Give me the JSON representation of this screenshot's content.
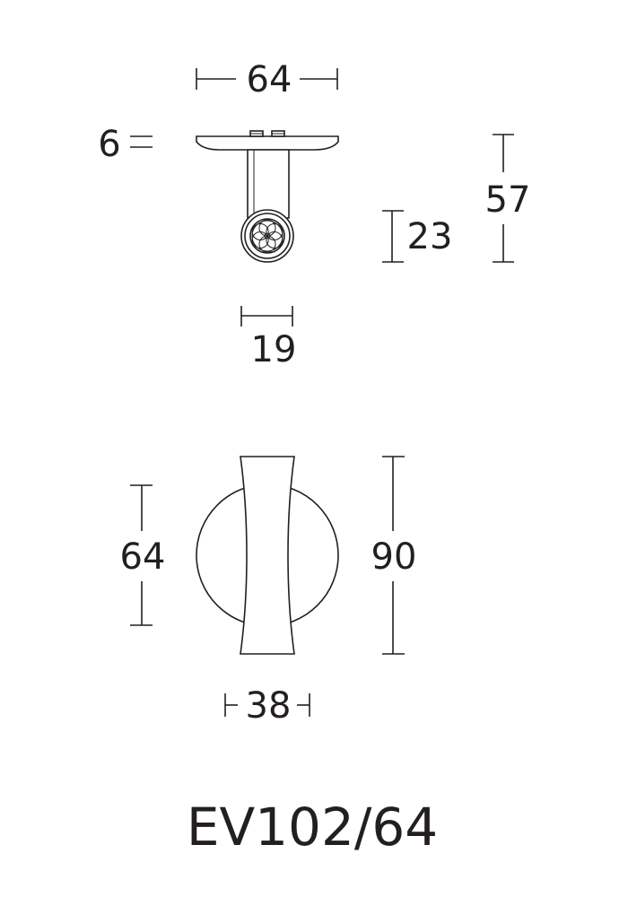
{
  "dimensions": {
    "top_width": "64",
    "rose_thickness": "6",
    "total_height": "57",
    "knob_diameter": "23",
    "stem_width": "19",
    "rose_height": "64",
    "lever_length": "90",
    "lever_width": "38"
  },
  "model_code": "EV102/64"
}
